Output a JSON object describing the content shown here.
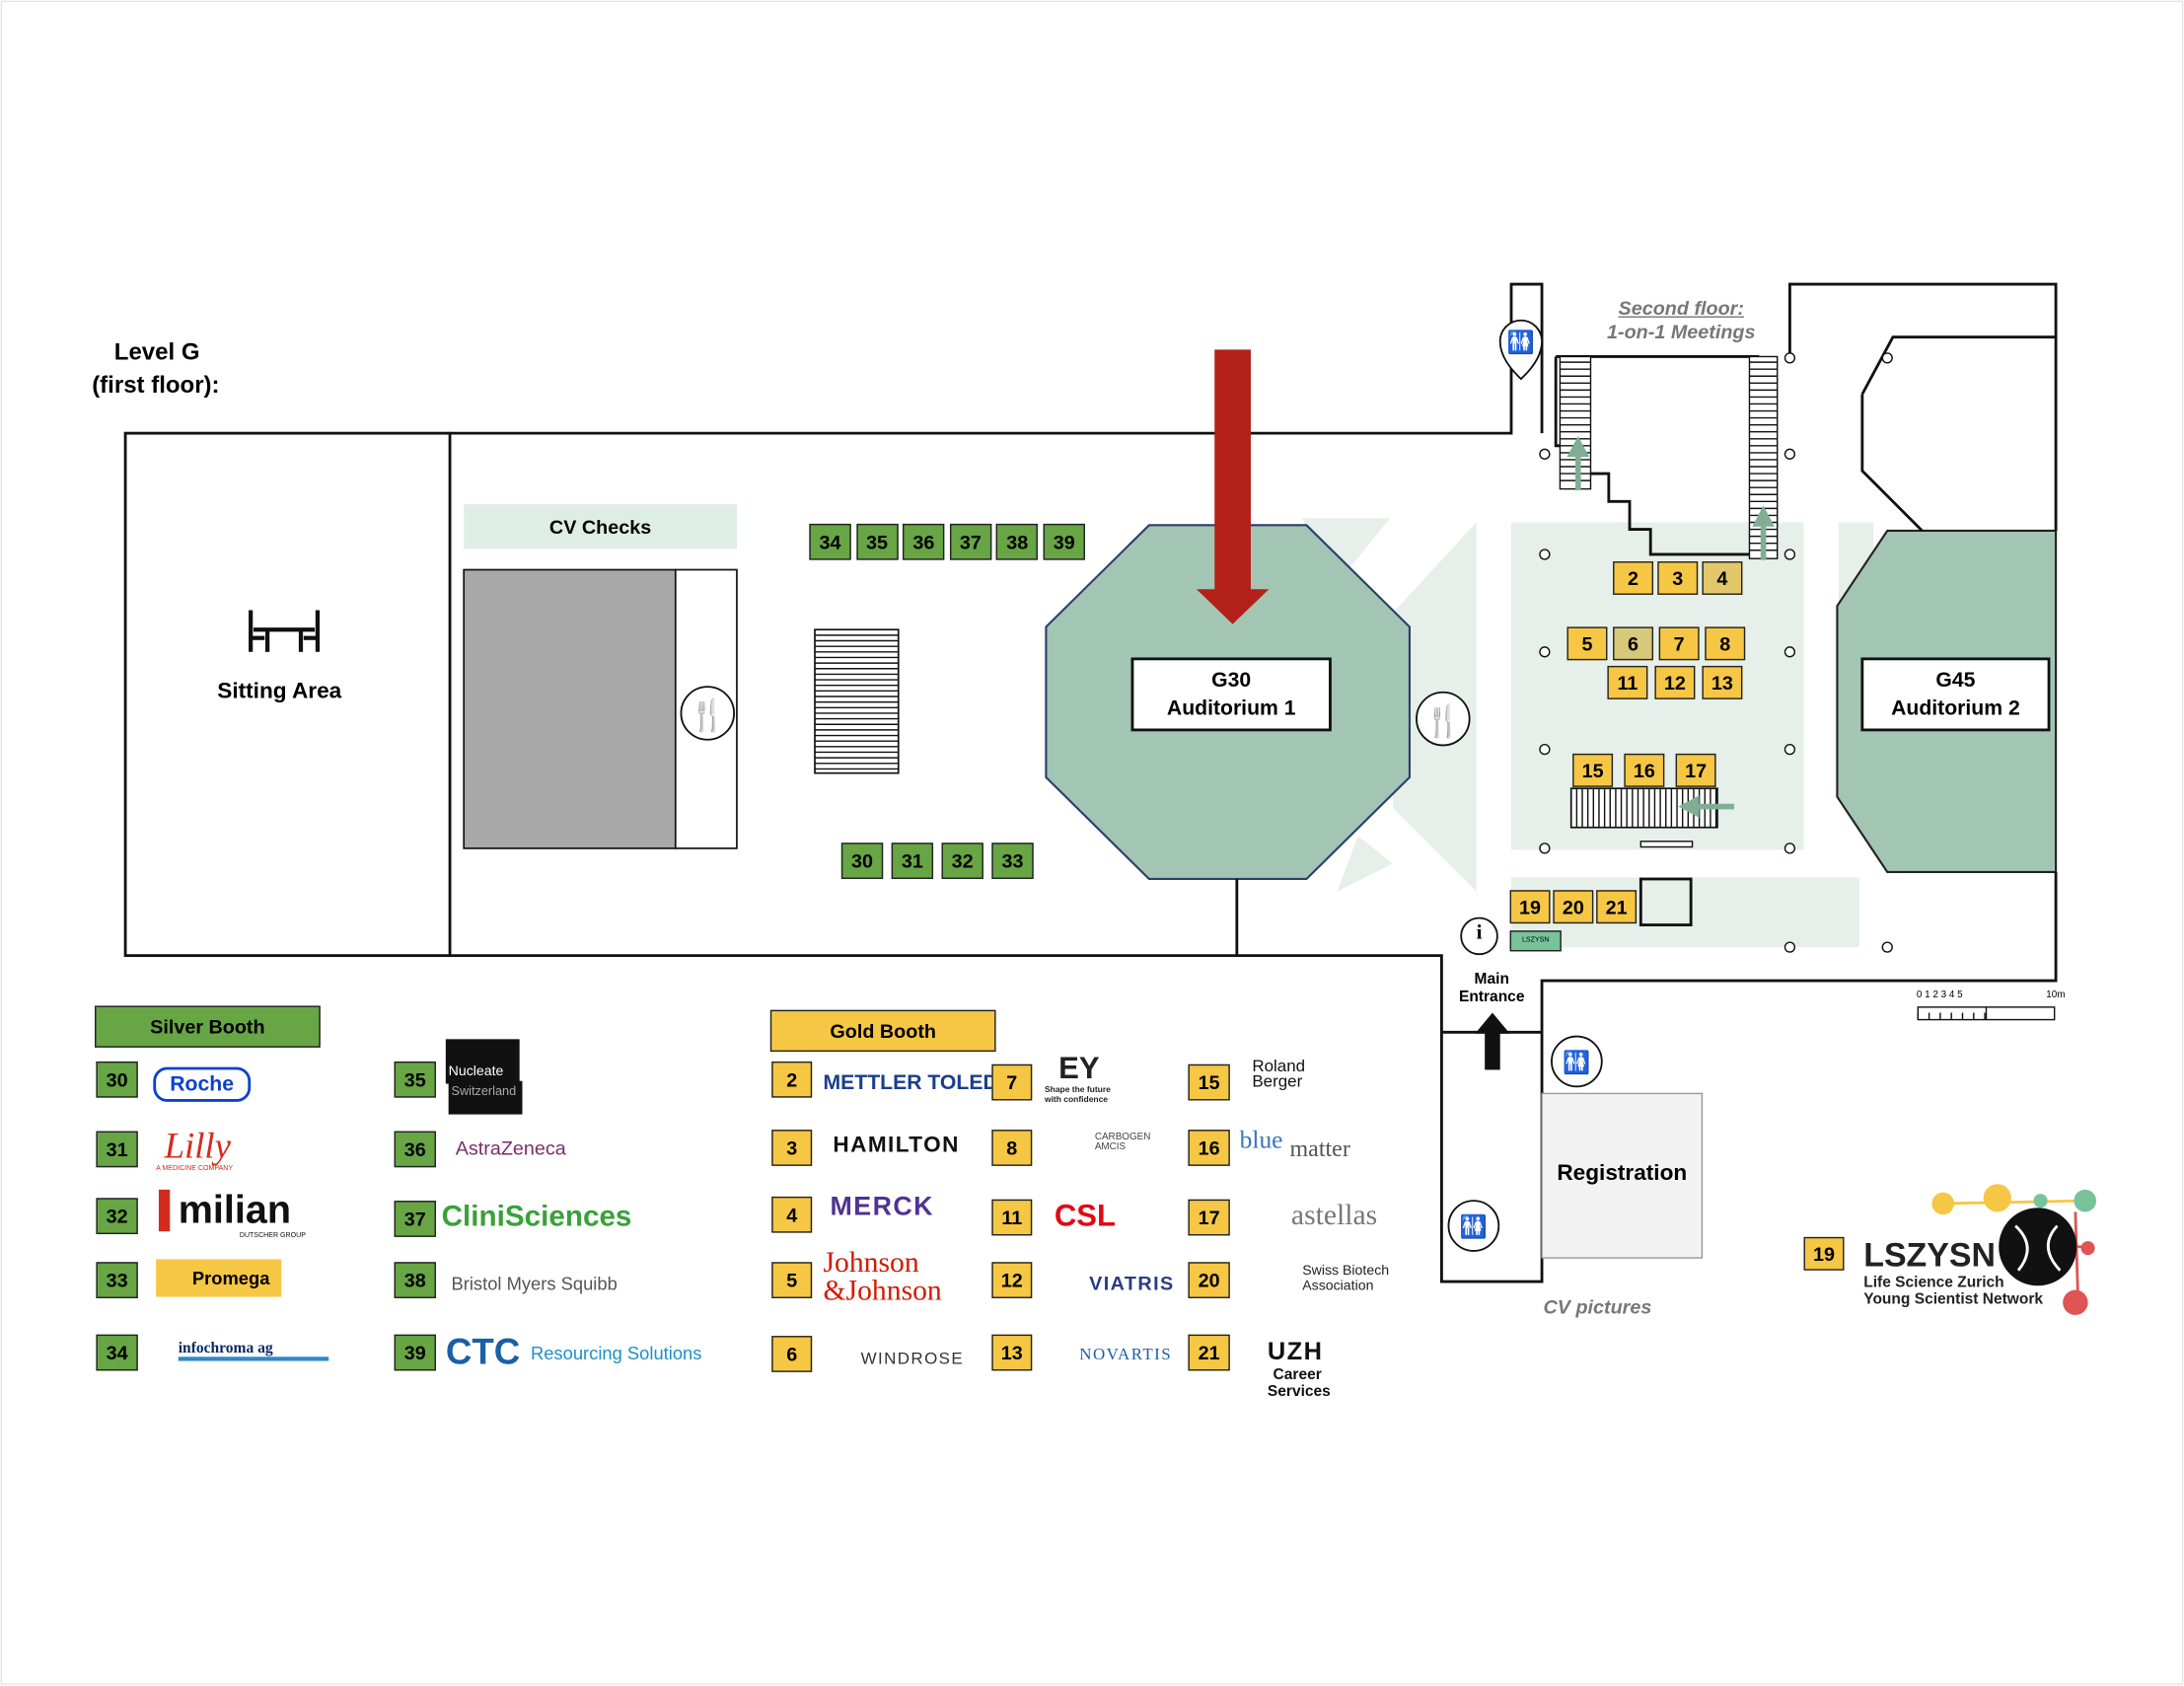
{
  "colors": {
    "silver": "#67a545",
    "gold": "#f6c744",
    "auditorium": "#a3c5b3",
    "corridor": "#e6efe9",
    "arrow": "#b3201a",
    "cv_label_bg": "#dfeee5",
    "grey_block": "#a8a8a8",
    "registration_bg": "#f2f2f2"
  },
  "level": {
    "line1": "Level G",
    "line2": "(first floor):"
  },
  "areas": {
    "sitting": "Sitting Area",
    "cv_checks": "CV Checks",
    "g30_line1": "G30",
    "g30_line2": "Auditorium 1",
    "g45_line1": "G45",
    "g45_line2": "Auditorium 2",
    "second_floor_line1": "Second floor:",
    "second_floor_line2": "1-on-1 Meetings",
    "main_entrance_line1": "Main",
    "main_entrance_line2": "Entrance",
    "registration": "Registration",
    "cv_pictures": "CV pictures",
    "info": "i",
    "lszysn_small": "LSZYSN"
  },
  "map_booths": {
    "silver_top": [
      "34",
      "35",
      "36",
      "37",
      "38",
      "39"
    ],
    "silver_bottom": [
      "30",
      "31",
      "32",
      "33"
    ],
    "gold_row1": [
      "2",
      "3",
      "4"
    ],
    "gold_row2": [
      "5",
      "6",
      "7",
      "8"
    ],
    "gold_row3": [
      "11",
      "12",
      "13"
    ],
    "gold_row4": [
      "15",
      "16",
      "17"
    ],
    "gold_row5": [
      "19",
      "20",
      "21"
    ]
  },
  "scale": {
    "ticks": "0 1 2 3 4 5",
    "end": "10m",
    "unit": "m"
  },
  "legend": {
    "silver_title": "Silver Booth",
    "gold_title": "Gold Booth",
    "silver_col1": [
      {
        "num": "30",
        "logo": "Roche"
      },
      {
        "num": "31",
        "logo": "Lilly",
        "sub": "A MEDICINE COMPANY"
      },
      {
        "num": "32",
        "logo": "milian",
        "sub": "DUTSCHER GROUP"
      },
      {
        "num": "33",
        "logo": "Promega"
      },
      {
        "num": "34",
        "logo": "infochroma ag"
      }
    ],
    "silver_col2": [
      {
        "num": "35",
        "logo": "Nucleate",
        "sub": "Switzerland"
      },
      {
        "num": "36",
        "logo": "AstraZeneca"
      },
      {
        "num": "37",
        "logo": "CliniSciences"
      },
      {
        "num": "38",
        "logo": "Bristol Myers Squibb"
      },
      {
        "num": "39",
        "logo": "CTC",
        "sub": "Resourcing Solutions"
      }
    ],
    "gold_col1": [
      {
        "num": "2",
        "logo": "METTLER TOLEDO"
      },
      {
        "num": "3",
        "logo": "HAMILTON"
      },
      {
        "num": "4",
        "logo": "MERCK"
      },
      {
        "num": "5",
        "logo": "Johnson",
        "logo2": "&Johnson"
      },
      {
        "num": "6",
        "logo": "WINDROSE"
      }
    ],
    "gold_col2": [
      {
        "num": "7",
        "logo": "EY",
        "sub": "Shape the future",
        "sub2": "with confidence"
      },
      {
        "num": "8",
        "logo": "CARBOGEN",
        "sub": "AMCIS"
      },
      {
        "num": "11",
        "logo": "CSL"
      },
      {
        "num": "12",
        "logo": "VIATRIS"
      },
      {
        "num": "13",
        "logo": "NOVARTIS"
      }
    ],
    "gold_col3": [
      {
        "num": "15",
        "logo": "Roland",
        "logo2": "Berger"
      },
      {
        "num": "16",
        "logo": "blue",
        "logo2": "matter"
      },
      {
        "num": "17",
        "logo": "astellas"
      },
      {
        "num": "20",
        "logo": "Swiss Biotech",
        "logo2": "Association"
      },
      {
        "num": "21",
        "logo": "UZH",
        "sub": "Career",
        "sub2": "Services"
      }
    ],
    "lszysn": {
      "num": "19",
      "title": "LSZYSN",
      "sub1": "Life Science Zurich",
      "sub2": "Young Scientist Network"
    }
  }
}
